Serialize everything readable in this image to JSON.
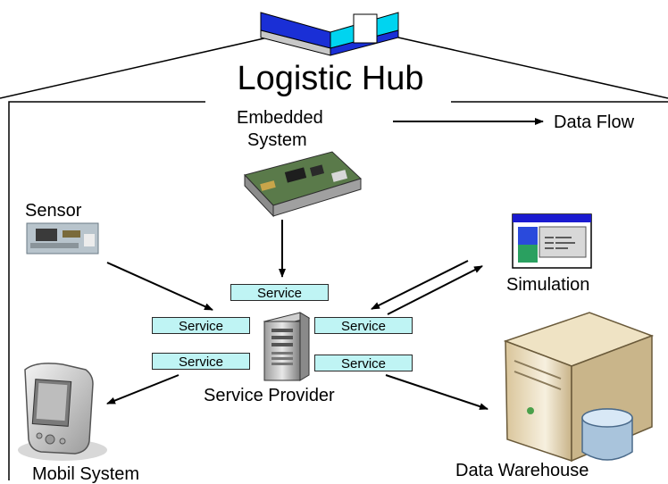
{
  "title": "Logistic Hub",
  "embedded_system": {
    "line1": "Embedded",
    "line2": "System"
  },
  "legend": {
    "label": "Data Flow"
  },
  "sensor": {
    "label": "Sensor"
  },
  "simulation": {
    "label": "Simulation"
  },
  "services": {
    "top": "Service",
    "left_upper": "Service",
    "left_lower": "Service",
    "right_upper": "Service",
    "right_lower": "Service"
  },
  "service_provider": {
    "label": "Service Provider"
  },
  "mobile_system": {
    "label": "Mobil System"
  },
  "data_warehouse": {
    "label": "Data Warehouse"
  },
  "colors": {
    "service_box": "#bff4f4",
    "roof_blue": "#1a2fd6",
    "roof_cyan": "#00d4f0"
  }
}
